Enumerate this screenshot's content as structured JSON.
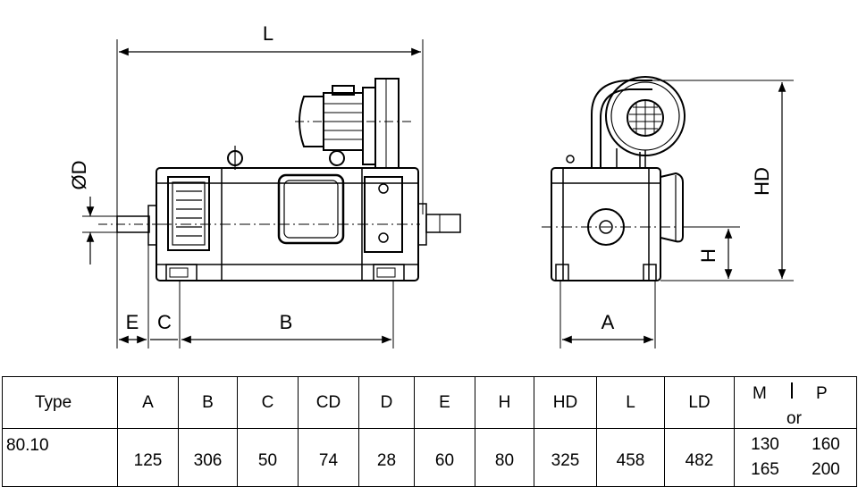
{
  "dimension_labels": {
    "L": "L",
    "D": "ØD",
    "E": "E",
    "C": "C",
    "B": "B",
    "HD": "HD",
    "H": "H",
    "A": "A"
  },
  "table": {
    "headers": {
      "type": "Type",
      "A": "A",
      "B": "B",
      "C": "C",
      "CD": "CD",
      "D": "D",
      "E": "E",
      "H": "H",
      "HD": "HD",
      "L": "L",
      "LD": "LD",
      "M": "M",
      "P": "P",
      "or": "or"
    },
    "row": {
      "type": "80.10",
      "A": "125",
      "B": "306",
      "C": "50",
      "CD": "74",
      "D": "28",
      "E": "60",
      "H": "80",
      "HD": "325",
      "L": "458",
      "LD": "482",
      "M1": "130",
      "M2": "165",
      "P1": "160",
      "P2": "200"
    }
  }
}
